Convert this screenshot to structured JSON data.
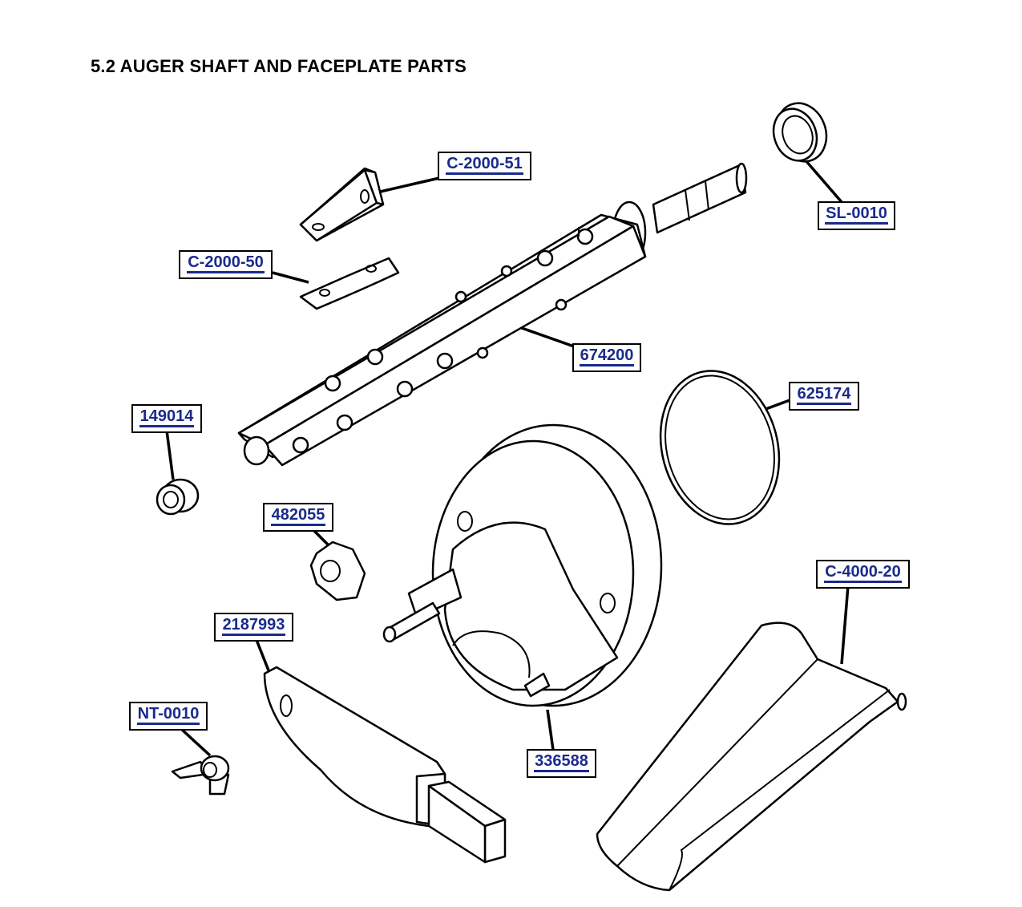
{
  "title": "5.2 AUGER SHAFT AND FACEPLATE PARTS",
  "labels": {
    "c2000_51": "C-2000-51",
    "sl0010": "SL-0010",
    "c2000_50": "C-2000-50",
    "p674200": "674200",
    "p625174": "625174",
    "p149014": "149014",
    "p482055": "482055",
    "c4000_20": "C-4000-20",
    "p2187993": "2187993",
    "nt0010": "NT-0010",
    "p336588": "336588"
  },
  "colors": {
    "label_text": "#1a2a8c",
    "lines": "#000000",
    "background": "#ffffff"
  }
}
